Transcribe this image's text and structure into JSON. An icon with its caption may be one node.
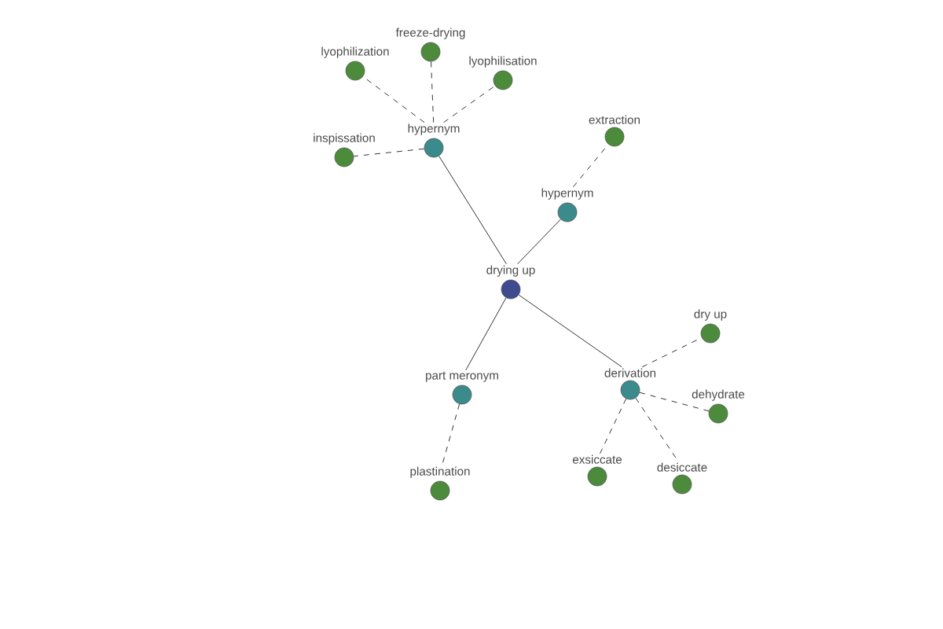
{
  "diagram": {
    "nodes": [
      {
        "text": [
          "drying up"
        ]
      },
      {
        "text": [
          "hypernym"
        ]
      },
      {
        "text": [
          "hypernym"
        ]
      },
      {
        "text": [
          "part meronym"
        ]
      },
      {
        "text": [
          "derivation"
        ]
      },
      {
        "text": [
          "lyophilization"
        ]
      },
      {
        "text": [
          "freeze-drying"
        ]
      },
      {
        "text": [
          "lyophilisation"
        ]
      },
      {
        "text": [
          "inspissation"
        ]
      },
      {
        "text": [
          "extraction"
        ]
      },
      {
        "text": [
          "plastination"
        ]
      },
      {
        "text": [
          "dry up"
        ]
      },
      {
        "text": [
          "dehydrate"
        ]
      },
      {
        "text": [
          "exsiccate"
        ]
      },
      {
        "text": [
          "desiccate"
        ]
      }
    ],
    "edges": [
      {
        "from": 0,
        "to": 1,
        "arrow": "none"
      },
      {
        "from": 0,
        "to": 2,
        "arrow": "none"
      },
      {
        "from": 0,
        "to": 3,
        "arrow": "none"
      },
      {
        "from": 0,
        "to": 4,
        "arrow": "none"
      },
      {
        "from": 1,
        "to": 5,
        "arrow": "none",
        "style": "dashed"
      },
      {
        "from": 1,
        "to": 6,
        "arrow": "none",
        "style": "dashed"
      },
      {
        "from": 1,
        "to": 7,
        "arrow": "none",
        "style": "dashed"
      },
      {
        "from": 1,
        "to": 8,
        "arrow": "none",
        "style": "dashed"
      },
      {
        "from": 2,
        "to": 9,
        "arrow": "none",
        "style": "dashed"
      },
      {
        "from": 3,
        "to": 10,
        "arrow": "none",
        "style": "dashed"
      },
      {
        "from": 4,
        "to": 11,
        "arrow": "none",
        "style": "dashed"
      },
      {
        "from": 4,
        "to": 12,
        "arrow": "none",
        "style": "dashed"
      },
      {
        "from": 4,
        "to": 13,
        "arrow": "none",
        "style": "dashed"
      },
      {
        "from": 4,
        "to": 14,
        "arrow": "none",
        "style": "dashed"
      }
    ]
  }
}
